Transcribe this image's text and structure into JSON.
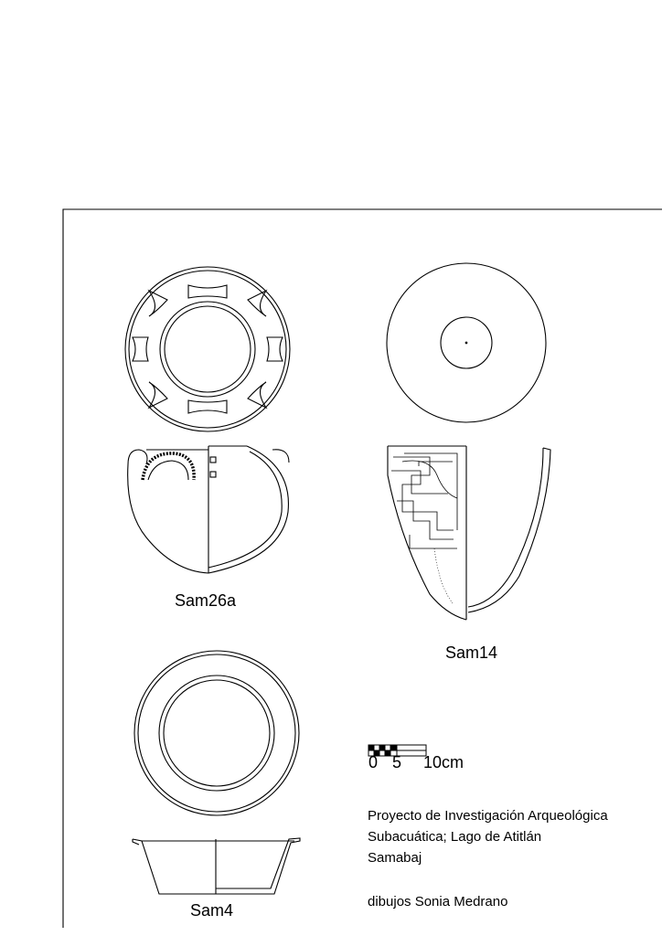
{
  "labels": {
    "sam26a": "Sam26a",
    "sam14": "Sam14",
    "sam4": "Sam4"
  },
  "scale": {
    "ticks": [
      "0",
      "5",
      "10cm"
    ]
  },
  "project": {
    "line1": "Proyecto de Investigación Arqueológica",
    "line2": "Subacuática; Lago de Atitlán",
    "line3": "Samabaj"
  },
  "credit": "dibujos Sonia Medrano"
}
